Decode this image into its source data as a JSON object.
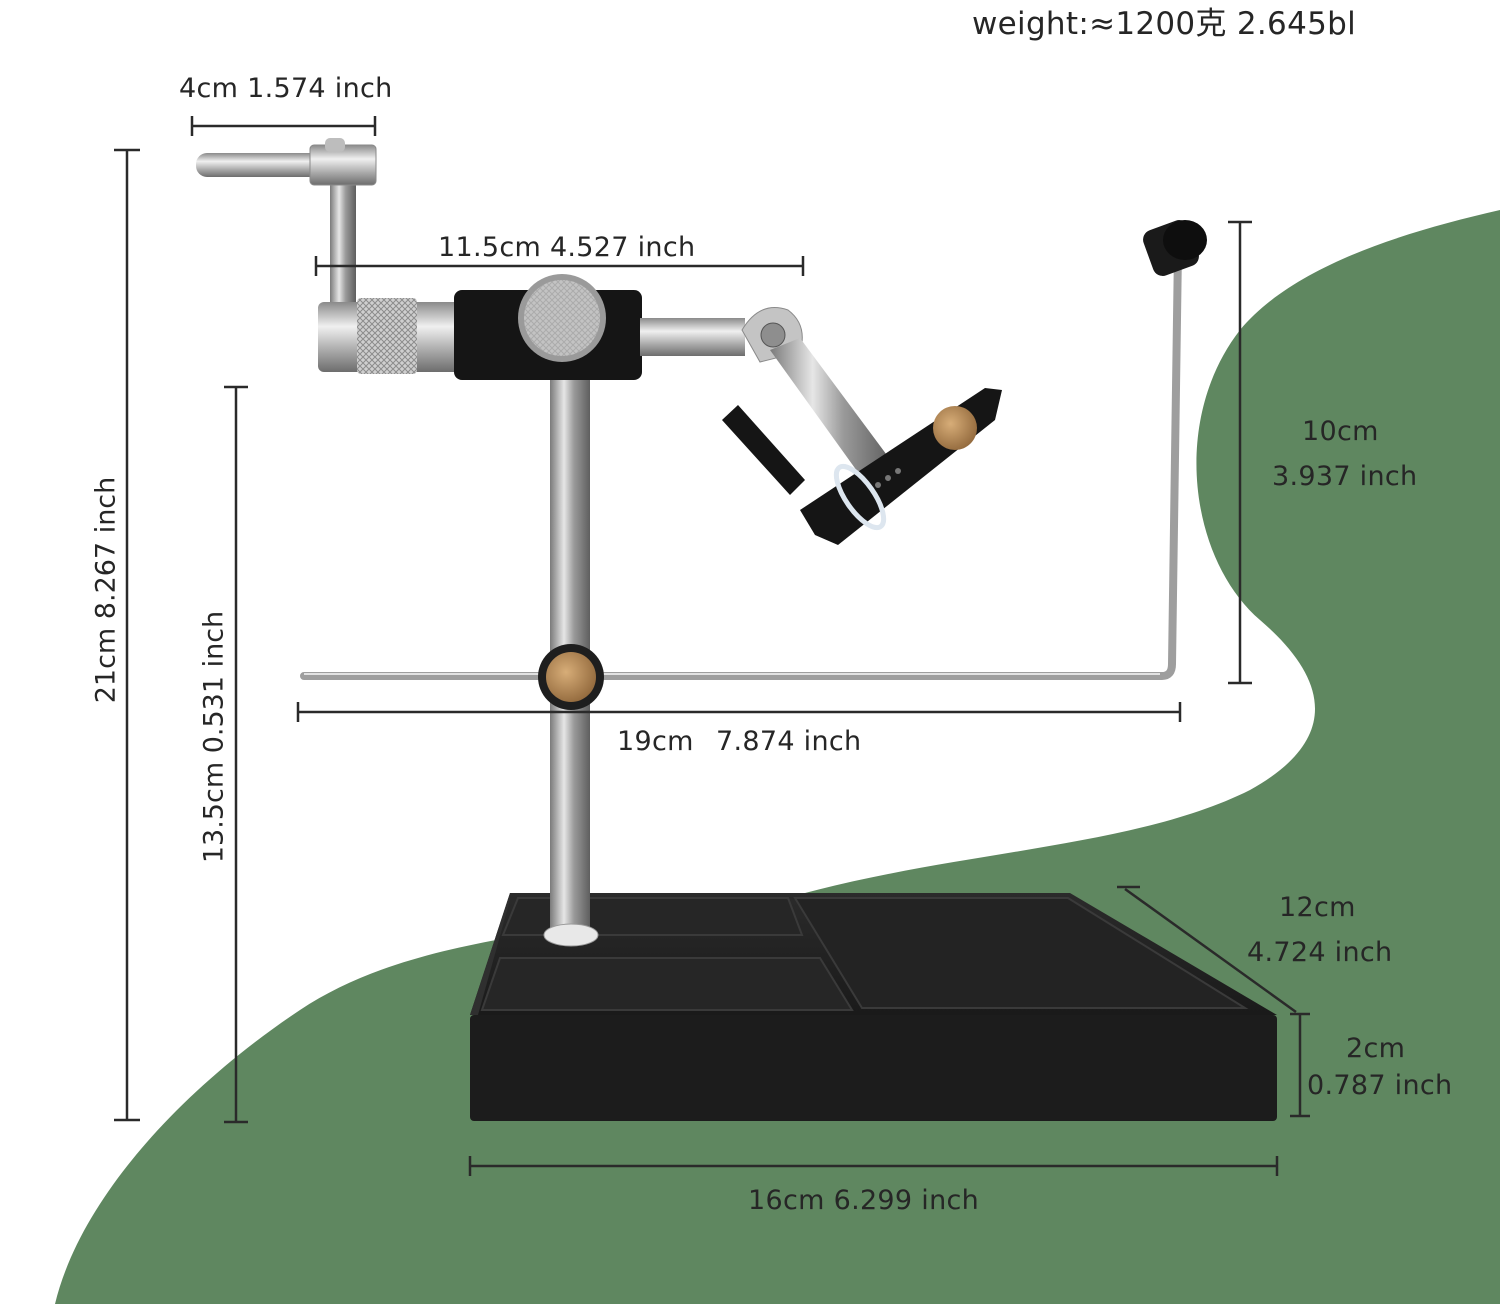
{
  "weight_label": "weight:≈1200克 2.645bl",
  "dimensions": {
    "knob_width": "4cm 1.574 inch",
    "arm_length": "11.5cm 4.527 inch",
    "total_height": "21cm 8.267 inch",
    "stem_height": "13.5cm 0.531 inch",
    "bobbin_rest_width": "19cm",
    "bobbin_rest_width_inch": "7.874 inch",
    "rest_height_cm": "10cm",
    "rest_height_inch": "3.937 inch",
    "base_depth_cm": "12cm",
    "base_depth_inch": "4.724 inch",
    "base_height_cm": "2cm",
    "base_height_inch": "0.787 inch",
    "base_width": "16cm 6.299 inch"
  },
  "colors": {
    "background": "#ffffff",
    "green_shape": "#5f8760",
    "base": "#1e1e1e",
    "steel": "#c9c9c9",
    "brass": "#b98d5a",
    "dimension_line": "#2a2a2a"
  }
}
